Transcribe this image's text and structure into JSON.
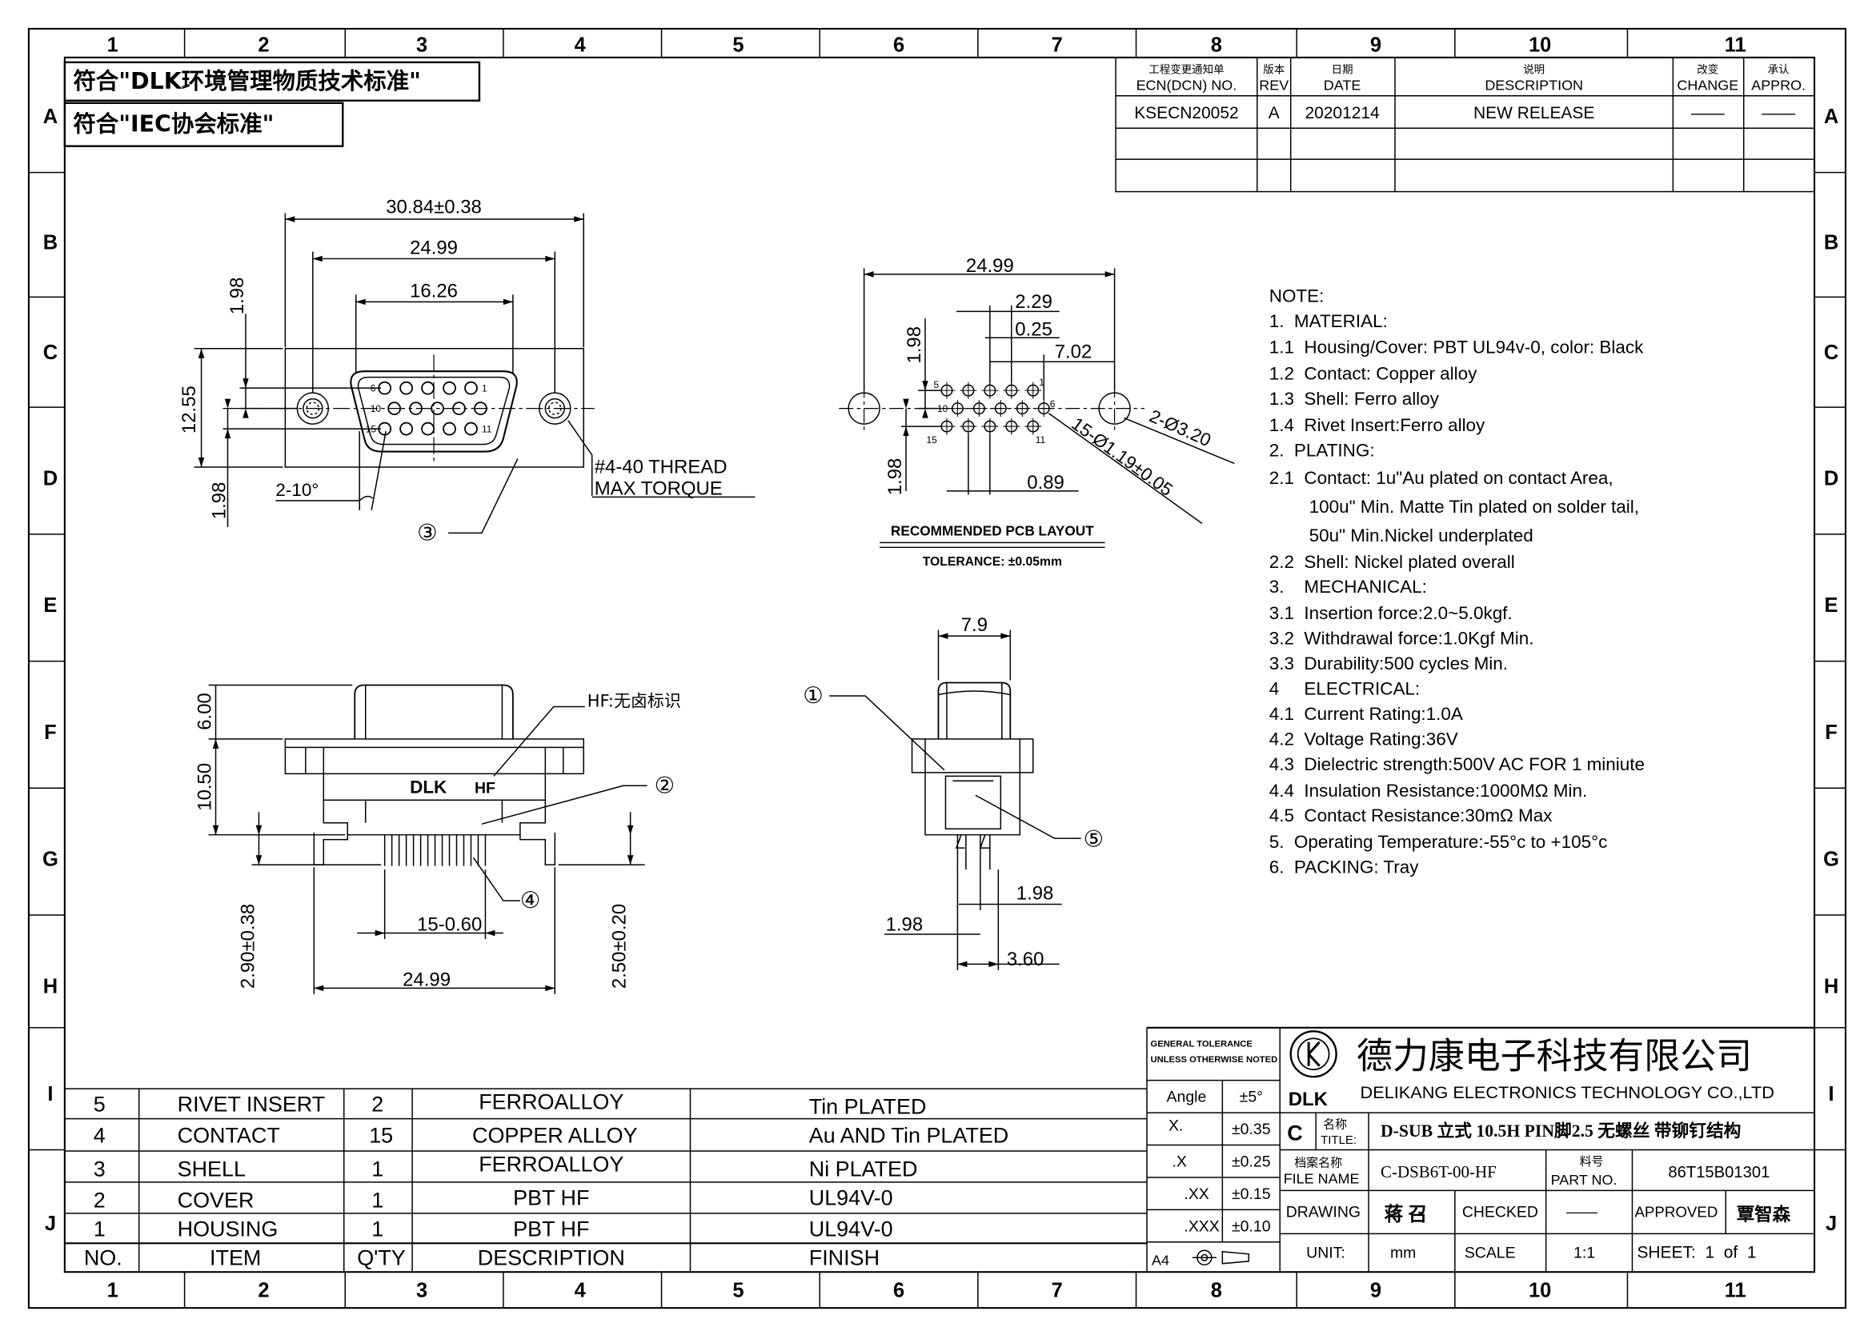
{
  "border": {
    "columns": [
      "1",
      "2",
      "3",
      "4",
      "5",
      "6",
      "7",
      "8",
      "9",
      "10",
      "11"
    ],
    "rows": [
      "A",
      "B",
      "C",
      "D",
      "E",
      "F",
      "G",
      "H",
      "I",
      "J"
    ]
  },
  "standards": {
    "line1": "符合\"DLK环境管理物质技术标准\"",
    "line2": "符合\"IEC协会标准\""
  },
  "revision": {
    "headers": {
      "ecn_cn": "工程变更通知单",
      "ecn_en": "ECN(DCN) NO.",
      "rev_cn": "版本",
      "rev_en": "REV",
      "date_cn": "日期",
      "date_en": "DATE",
      "desc_cn": "说明",
      "desc_en": "DESCRIPTION",
      "change_cn": "改变",
      "change_en": "CHANGE",
      "appro_cn": "承认",
      "appro_en": "APPRO."
    },
    "rows": [
      {
        "ecn": "KSECN20052",
        "rev": "A",
        "date": "20201214",
        "desc": "NEW RELEASE",
        "change": "——",
        "appro": "——"
      }
    ]
  },
  "top_view": {
    "dim_overall": "30.84±0.38",
    "dim_screw": "24.99",
    "dim_shell": "16.26",
    "dim_height": "12.55",
    "dim_198_top": "1.98",
    "dim_198_bottom": "1.98",
    "angle": "2-10°",
    "thread_line1": "#4-40 THREAD",
    "thread_line2": "MAX TORQUE",
    "callout": "③",
    "pin_labels": [
      "6",
      "1",
      "10",
      "15",
      "11"
    ]
  },
  "pcb_layout": {
    "dim_width": "24.99",
    "dim_229": "2.29",
    "dim_025": "0.25",
    "dim_702": "7.02",
    "dim_198_top": "1.98",
    "dim_198_bottom": "1.98",
    "dim_089": "0.89",
    "holes_small": "15-Ø1.19±0.05",
    "holes_big": "2-Ø3.20",
    "pin_labels": [
      "5",
      "1",
      "10",
      "6",
      "15",
      "11"
    ],
    "title": "RECOMMENDED PCB LAYOUT",
    "tolerance": "TOLERANCE: ±0.05mm"
  },
  "front_view": {
    "dim_600": "6.00",
    "dim_1050": "10.50",
    "dim_290": "2.90±0.38",
    "dim_250": "2.50±0.20",
    "dim_pitch": "15-0.60",
    "dim_width": "24.99",
    "hf_note": "HF:无卤标识",
    "logo": "DLK",
    "hf_mark": "HF",
    "callout_2": "②",
    "callout_4": "④"
  },
  "side_view": {
    "dim_79": "7.9",
    "dim_198_a": "1.98",
    "dim_198_b": "1.98",
    "dim_360": "3.60",
    "callout_1": "①",
    "callout_5": "⑤"
  },
  "notes": [
    "NOTE:",
    "1.  MATERIAL:",
    "1.1  Housing/Cover: PBT UL94v-0, color: Black",
    "1.2  Contact: Copper alloy",
    "1.3  Shell: Ferro alloy",
    "1.4  Rivet Insert:Ferro alloy",
    "2.  PLATING:",
    "2.1  Contact: 1u\"Au plated on contact Area,",
    "        100u\" Min. Matte Tin plated on solder tail,",
    "        50u\" Min.Nickel underplated",
    "2.2  Shell: Nickel plated overall",
    "3.    MECHANICAL:",
    "3.1  Insertion force:2.0~5.0kgf.",
    "3.2  Withdrawal force:1.0Kgf Min.",
    "3.3  Durability:500 cycles Min.",
    "4     ELECTRICAL:",
    "4.1  Current Rating:1.0A",
    "4.2  Voltage Rating:36V",
    "4.3  Dielectric strength:500V AC FOR 1 miniute",
    "4.4  Insulation Resistance:1000MΩ Min.",
    "4.5  Contact Resistance:30mΩ Max",
    "5.  Operating Temperature:-55°c to +105°c",
    "6.  PACKING: Tray"
  ],
  "bom": {
    "header": {
      "no": "NO.",
      "item": "ITEM",
      "qty": "Q'TY",
      "desc": "DESCRIPTION",
      "finish": "FINISH"
    },
    "rows": [
      {
        "no": "5",
        "item": "RIVET INSERT",
        "qty": "2",
        "desc": "FERROALLOY",
        "finish": "Tin PLATED"
      },
      {
        "no": "4",
        "item": "CONTACT",
        "qty": "15",
        "desc": "COPPER ALLOY",
        "finish": "Au AND Tin PLATED"
      },
      {
        "no": "3",
        "item": "SHELL",
        "qty": "1",
        "desc": "FERROALLOY",
        "finish": "Ni PLATED"
      },
      {
        "no": "2",
        "item": "COVER",
        "qty": "1",
        "desc": "PBT HF",
        "finish": "UL94V-0"
      },
      {
        "no": "1",
        "item": "HOUSING",
        "qty": "1",
        "desc": "PBT HF",
        "finish": "UL94V-0"
      }
    ]
  },
  "tolerance": {
    "header1": "GENERAL TOLERANCE",
    "header2": "UNLESS OTHERWISE NOTED",
    "rows": [
      {
        "k": "Angle",
        "v": "±5°"
      },
      {
        "k": "X.",
        "v": "±0.35"
      },
      {
        "k": ".X",
        "v": "±0.25"
      },
      {
        "k": ".XX",
        "v": "±0.15"
      },
      {
        "k": ".XXX",
        "v": "±0.10"
      }
    ],
    "paper": "A4"
  },
  "title_block": {
    "company_cn": "德力康电子科技有限公司",
    "company_en": "DELIKANG ELECTRONICS TECHNOLOGY CO.,LTD",
    "logo": "DLK",
    "size_letter": "C",
    "title_label_cn": "名称",
    "title_label_en": "TITLE:",
    "title": "D-SUB 立式 10.5H PIN脚2.5 无螺丝 带铆钉结构",
    "file_label_cn": "档案名称",
    "file_label_en": "FILE NAME",
    "file_name": "C-DSB6T-00-HF",
    "part_label_cn": "料号",
    "part_label_en": "PART NO.",
    "part_no": "86T15B01301",
    "drawing_label": "DRAWING",
    "drawing_by": "蒋 召",
    "checked_label": "CHECKED",
    "checked_by": "——",
    "approved_label": "APPROVED",
    "approved_by": "覃智森",
    "unit_label": "UNIT:",
    "unit": "mm",
    "scale_label": "SCALE",
    "scale": "1:1",
    "sheet": "SHEET:  1  of  1"
  }
}
